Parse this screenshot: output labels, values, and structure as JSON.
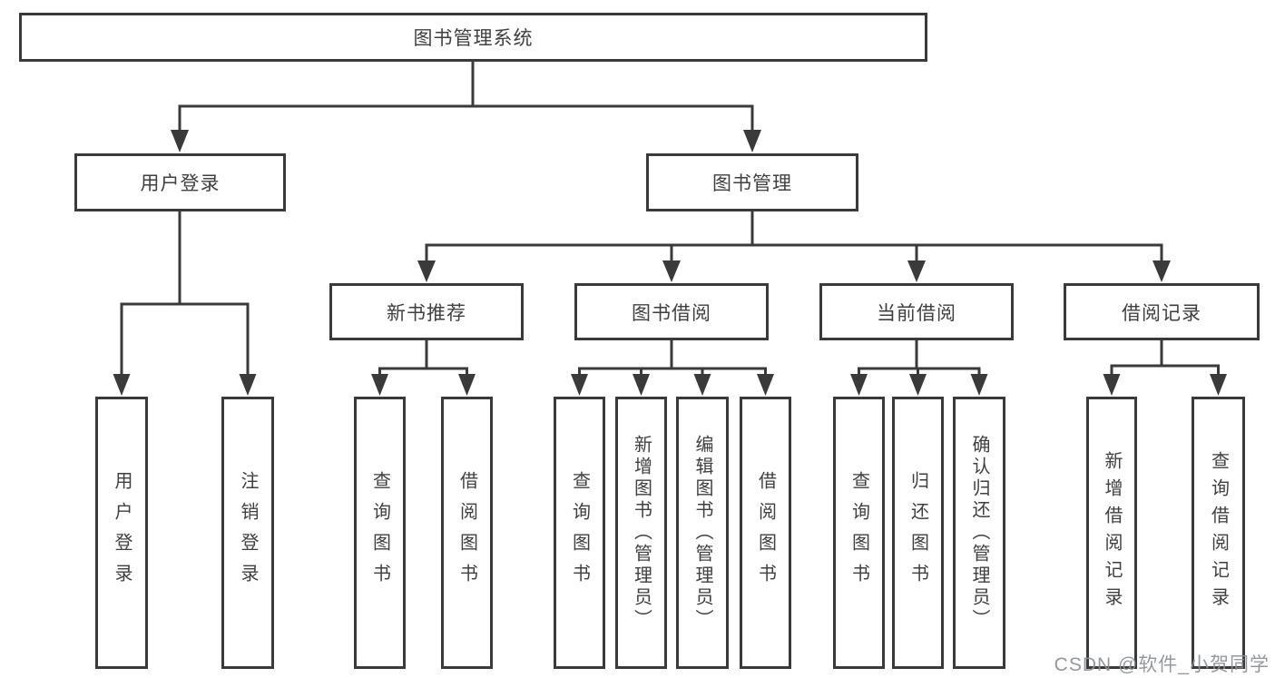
{
  "diagram": {
    "root": {
      "label": "图书管理系统"
    },
    "branches": [
      {
        "label": "用户登录",
        "children": [
          {
            "label": "用户登录"
          },
          {
            "label": "注销登录"
          }
        ]
      },
      {
        "label": "图书管理",
        "children": [
          {
            "label": "新书推荐",
            "children": [
              {
                "label": "查询图书"
              },
              {
                "label": "借阅图书"
              }
            ]
          },
          {
            "label": "图书借阅",
            "children": [
              {
                "label": "查询图书"
              },
              {
                "label": "新增图书（管理员）"
              },
              {
                "label": "编辑图书（管理员）"
              },
              {
                "label": "借阅图书"
              }
            ]
          },
          {
            "label": "当前借阅",
            "children": [
              {
                "label": "查询图书"
              },
              {
                "label": "归还图书"
              },
              {
                "label": "确认归还（管理员）"
              }
            ]
          },
          {
            "label": "借阅记录",
            "children": [
              {
                "label": "新增借阅记录"
              },
              {
                "label": "查询借阅记录"
              }
            ]
          }
        ]
      }
    ]
  },
  "watermark": {
    "text": "CSDN @软件_小贺同学"
  },
  "colors": {
    "line": "#3a3a3a",
    "box_border": "#3a3a3a",
    "text": "#3f3f3f",
    "background": "#ffffff",
    "watermark": "#8c9096"
  }
}
